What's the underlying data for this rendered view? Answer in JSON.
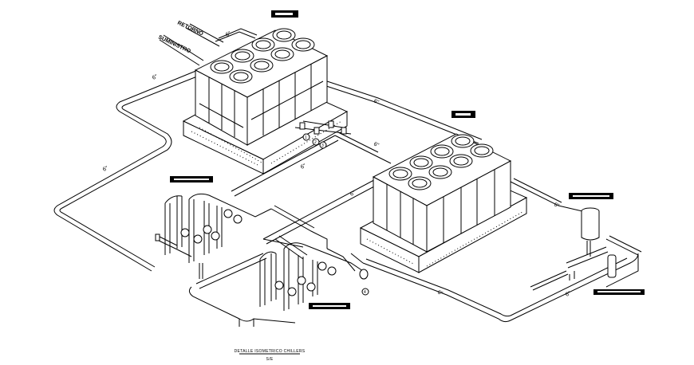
{
  "pipe_labels": {
    "retorno": "RETORNO",
    "suministro": "SUMINISTRO"
  },
  "pipe_size": "6\"",
  "title_block": {
    "title": "DETALLE ISOMETRICO CHILLERS",
    "scale": "S/E"
  },
  "valve_tags": [
    "1",
    "2",
    "3",
    "4"
  ],
  "icons": {
    "chiller_fan": "fan-icon",
    "expansion_tank": "tank-icon",
    "pump": "pump-icon",
    "valve": "valve-icon"
  },
  "colors": {
    "line": "#000000",
    "background": "#ffffff",
    "label_box": "#000000"
  }
}
